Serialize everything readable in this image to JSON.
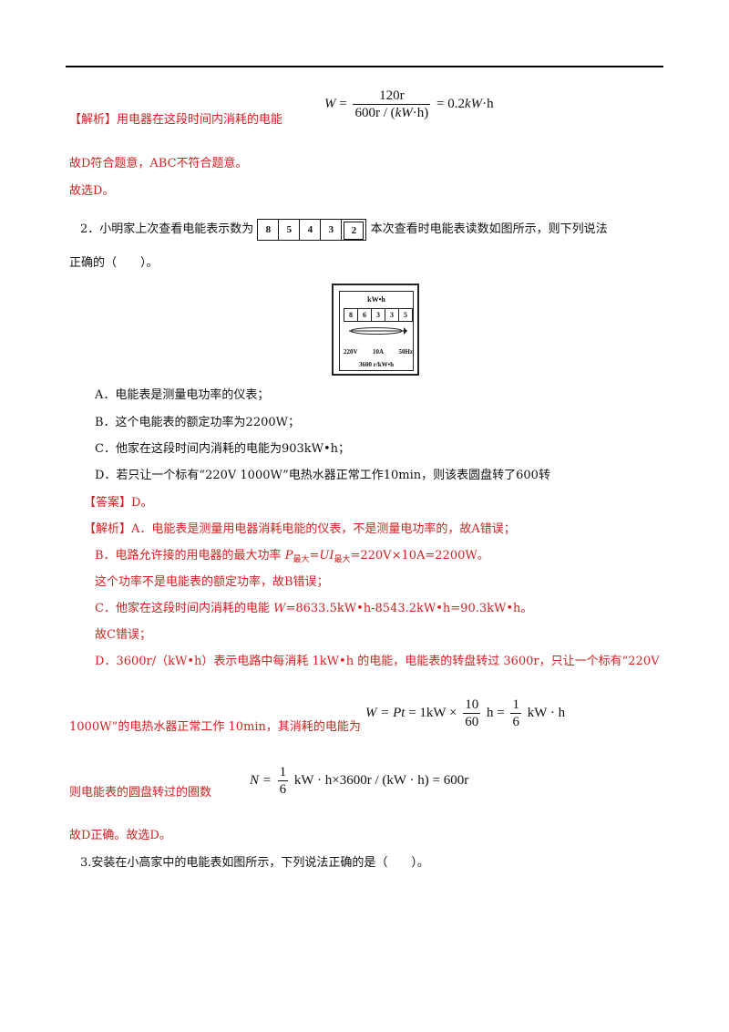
{
  "analysis1": {
    "tag": "【解析】",
    "text": "用电器在这段时间内消耗的电能",
    "eq_lhs": "W",
    "eq_num": "120r",
    "eq_den_a": "600r / (",
    "eq_den_b": "kW",
    "eq_den_c": "·h)",
    "eq_rhs": "= 0.2",
    "eq_rhs_unit": "kW",
    "eq_rhs_unit2": "·h"
  },
  "conclusion1": "故D符合题意，ABC不符合题意。",
  "choose1": "故选D。",
  "q2": {
    "prefix": "2．小明家上次查看电能表示数为",
    "prev_digits": [
      "8",
      "5",
      "4",
      "3",
      "2"
    ],
    "suffix": "本次查看时电能表读数如图所示，则下列说法",
    "line2": "正确的（　　）。"
  },
  "meter": {
    "unit": "kW•h",
    "digits": [
      "8",
      "6",
      "3",
      "3",
      "5"
    ],
    "voltage": "220V",
    "current": "10A",
    "freq": "50Hz",
    "rev": "3600  r/kW•h"
  },
  "options": {
    "a": "A．电能表是测量电功率的仪表；",
    "b": "B．这个电能表的额定功率为2200W；",
    "c": "C．他家在这段时间内消耗的电能为903kW•h；",
    "d": "D．若只让一个标有“220V 1000W”电热水器正常工作10min，则该表圆盘转了600转"
  },
  "answer": "【答案】D。",
  "exp": {
    "a": "【解析】A．电能表是测量用电器消耗电能的仪表，不是测量电功率的，故A错误；",
    "b1_pre": "B．电路允许接的用电器的最大功率 ",
    "b1_p": "P",
    "b1_sub": "最大",
    "b1_eq": "=",
    "b1_ui": "UI",
    "b1_sub2": "最大",
    "b1_rest": "=220V×10A=2200W。",
    "b2": "这个功率不是电能表的额定功率，故B错误；",
    "c1_pre": "C．他家在这段时间内消耗的电能 ",
    "c1_w": "W",
    "c1_rest": "=8633.5kW•h-8543.2kW•h=90.3kW•h。",
    "c2": "故C错误；",
    "d1": "D．3600r/（kW•h）表示电路中每消耗 1kW•h 的电能，电能表的转盘转过 3600r，只让一个标有“220V",
    "d2": "1000W”的电热水器正常工作 10min，其消耗的电能为",
    "d2_lhs": "W = Pt",
    "d2_mid": "= 1kW ×",
    "d2_f1_num": "10",
    "d2_f1_den": "60",
    "d2_h": "h =",
    "d2_f2_num": "1",
    "d2_f2_den": "6",
    "d2_tail": "kW · h",
    "d3": "则电能表的圆盘转过的圈数",
    "d3_lhs": "N =",
    "d3_f_num": "1",
    "d3_f_den": "6",
    "d3_tail": "kW · h×3600r / (kW · h) = 600r",
    "d4": "故D正确。故选D。"
  },
  "q3": "3.安装在小高家中的电能表如图所示，下列说法正确的是（　　）。"
}
